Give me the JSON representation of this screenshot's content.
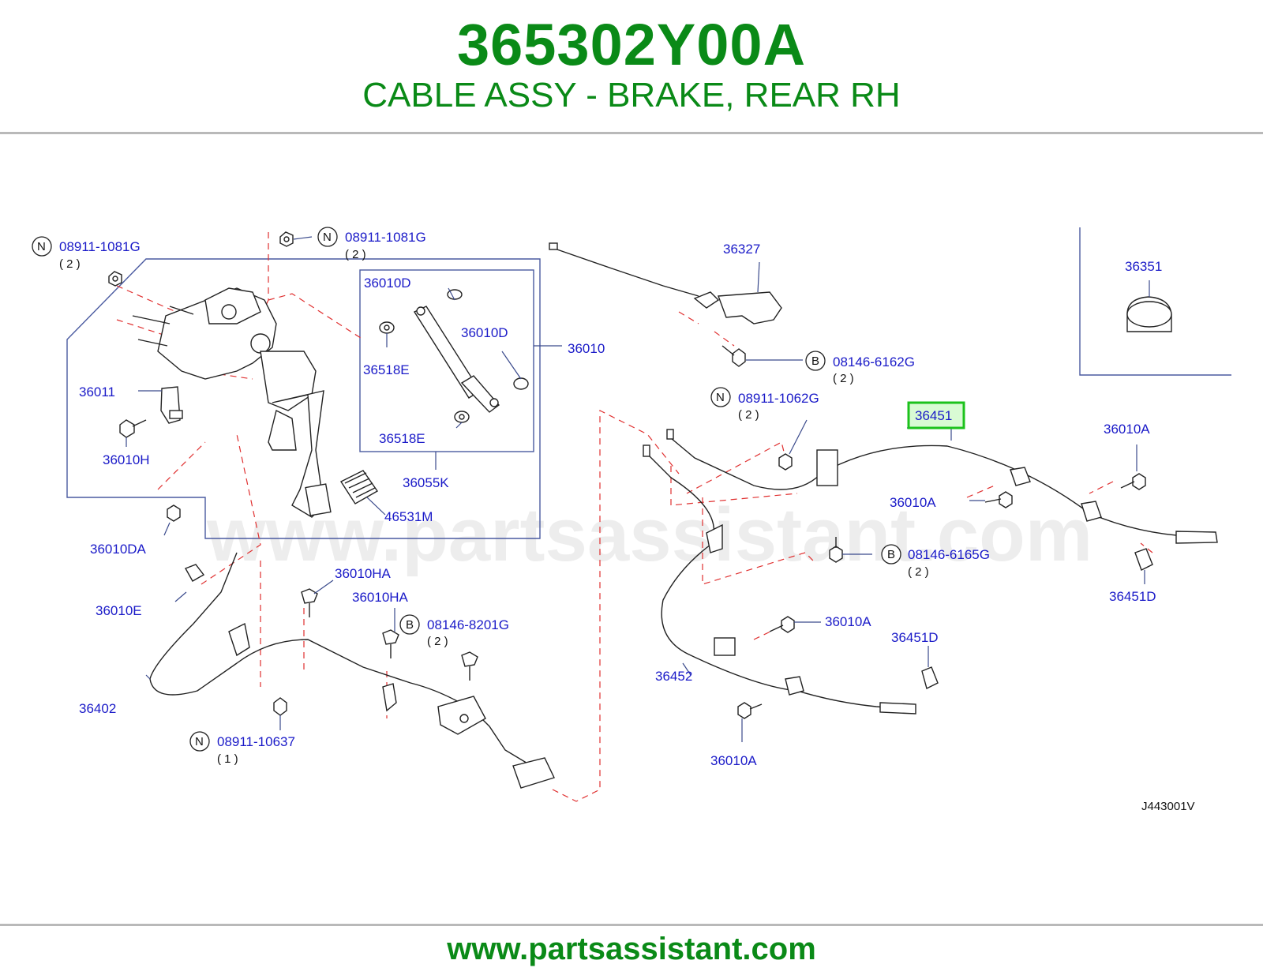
{
  "header": {
    "part_number": "365302Y00A",
    "description": "CABLE ASSY - BRAKE, REAR RH"
  },
  "watermark": "www.partsassistant.com",
  "diagram_code": "J443001V",
  "footer": {
    "url": "www.partsassistant.com"
  },
  "highlight_color": "#1cc21c",
  "labels": {
    "n_08911_1081G_a": "08911-1081G",
    "qty_2_a": "( 2 )",
    "n_08911_1081G_b": "08911-1081G",
    "qty_2_b": "( 2 )",
    "p36010D_a": "36010D",
    "p36010D_b": "36010D",
    "p36518E_a": "36518E",
    "p36518E_b": "36518E",
    "p36010": "36010",
    "p36011": "36011",
    "p36010H": "36010H",
    "p36055K": "36055K",
    "p46531M": "46531M",
    "p36010DA": "36010DA",
    "p36327": "36327",
    "b_08146_6162G": "08146-6162G",
    "qty_2_c": "( 2 )",
    "n_08911_1062G": "08911-1062G",
    "qty_2_d": "( 2 )",
    "p36451": "36451",
    "p36010A_a": "36010A",
    "p36010A_b": "36010A",
    "b_08146_6165G": "08146-6165G",
    "qty_2_e": "( 2 )",
    "p36451D_a": "36451D",
    "p36351": "36351",
    "p36010HA_a": "36010HA",
    "p36010HA_b": "36010HA",
    "b_08146_8201G": "08146-8201G",
    "qty_2_f": "( 2 )",
    "p36010E": "36010E",
    "p36402": "36402",
    "n_08911_10637": "08911-10637",
    "qty_1": "( 1 )",
    "p36010A_c": "36010A",
    "p36451D_b": "36451D",
    "p36452": "36452",
    "p36010A_d": "36010A"
  },
  "badges": {
    "nut": "N",
    "bolt": "B"
  }
}
